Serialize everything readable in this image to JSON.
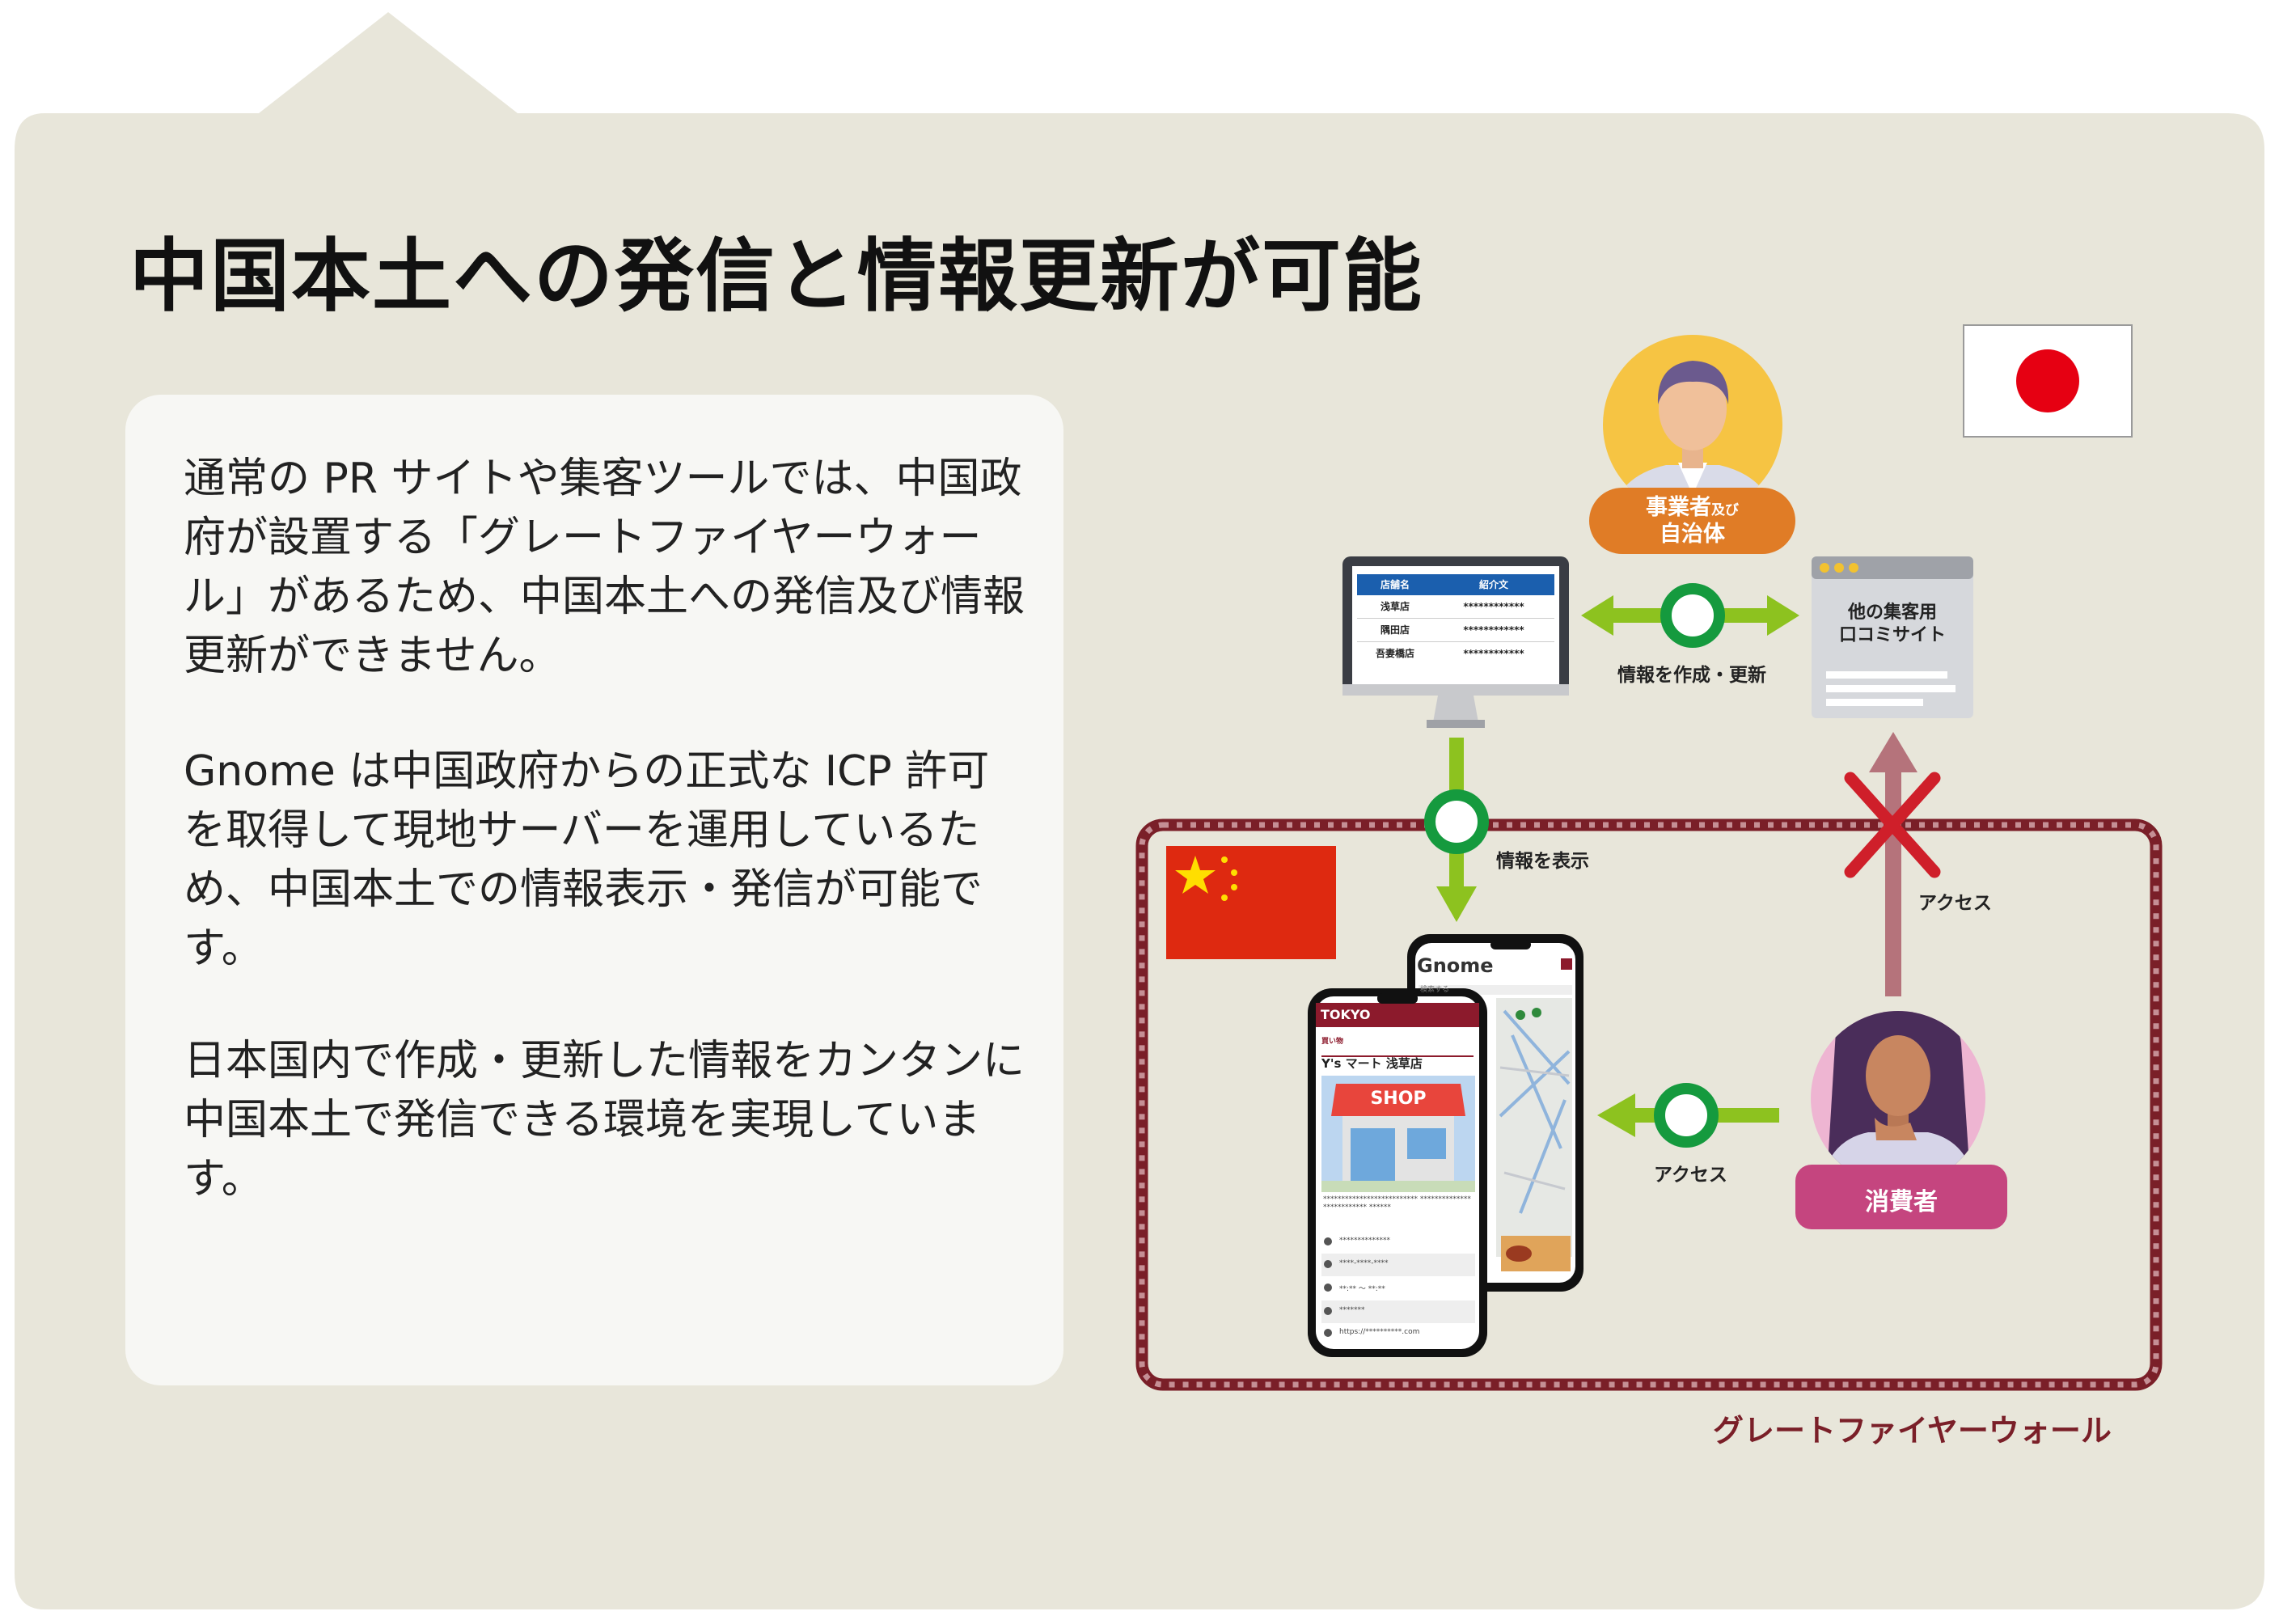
{
  "title": "中国本土への発信と情報更新が可能",
  "paragraphs": [
    "通常の PR サイトや集客ツールでは、中国政府が設置する「グレートファイヤーウォール」があるため、中国本土への発信及び情報更新ができません。",
    "Gnome は中国政府からの正式な ICP 許可を取得して現地サーバーを運用しているため、中国本土での情報表示・発信が可能です。",
    "日本国内で作成・更新した情報をカンタンに中国本土で発信できる環境を実現しています。"
  ],
  "diagram": {
    "operator": {
      "line1": "事業者",
      "small": "及び",
      "line2": "自治体"
    },
    "arrow_create_label": "情報を作成・更新",
    "arrow_display_label": "情報を表示",
    "arrow_access_blocked_label": "アクセス",
    "arrow_access_label": "アクセス",
    "consumer": "消費者",
    "other_site": {
      "line1": "他の集客用",
      "line2": "口コミサイト"
    },
    "great_firewall": "グレートファイヤーウォール",
    "monitor_table": {
      "headers": [
        "店舗名",
        "紹介文"
      ],
      "rows": [
        [
          "浅草店",
          "************"
        ],
        [
          "隅田店",
          "************"
        ],
        [
          "吾妻橋店",
          "************"
        ]
      ]
    },
    "phone_front": {
      "header": "TOKYO",
      "category": "買い物",
      "store": "Y's マート 浅草店",
      "shop_sign": "SHOP",
      "desc": "************************** ************************** ******",
      "rows": [
        "**************",
        "****-****-****",
        "**:** 〜 **:**",
        "*******",
        "https://**********.com"
      ]
    },
    "phone_back": {
      "brand": "Gnome",
      "search": "検索する"
    },
    "colors": {
      "background": "#e8e6da",
      "card": "#f7f7f4",
      "green": "#8dc21f",
      "ring": "#159a3e",
      "orange": "#e07c26",
      "magenta": "#c5457f",
      "firewall": "#7a1f28",
      "blocked_arrow": "#b5737b",
      "cross": "#cf1f2a",
      "japan_red": "#e60012",
      "china_red": "#de2910",
      "china_star": "#ffde00"
    }
  }
}
